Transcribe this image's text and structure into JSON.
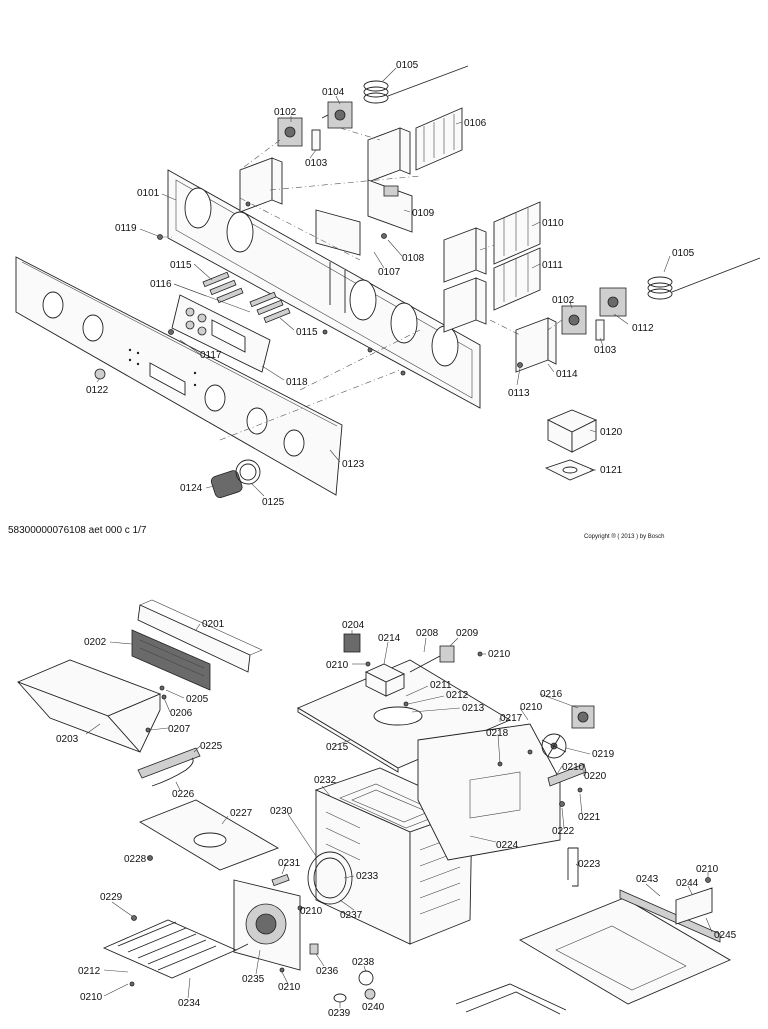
{
  "sheet_footer": {
    "document_code": "58300000076108 aet 000 c 1/7",
    "copyright": "Copyright ® ( 2013 ) by Bosch"
  },
  "labels": {
    "p0101": "0101",
    "p0102a": "0102",
    "p0102b": "0102",
    "p0103a": "0103",
    "p0103b": "0103",
    "p0104": "0104",
    "p0105a": "0105",
    "p0105b": "0105",
    "p0106": "0106",
    "p0107": "0107",
    "p0108": "0108",
    "p0109": "0109",
    "p0110": "0110",
    "p0111": "0111",
    "p0112": "0112",
    "p0113": "0113",
    "p0114": "0114",
    "p0115a": "0115",
    "p0115b": "0115",
    "p0116": "0116",
    "p0117": "0117",
    "p0118": "0118",
    "p0119": "0119",
    "p0120": "0120",
    "p0121": "0121",
    "p0122": "0122",
    "p0123": "0123",
    "p0124": "0124",
    "p0125": "0125",
    "p0201": "0201",
    "p0202": "0202",
    "p0203": "0203",
    "p0204": "0204",
    "p0205": "0205",
    "p0206": "0206",
    "p0207": "0207",
    "p0208": "0208",
    "p0209": "0209",
    "p0210a": "0210",
    "p0210b": "0210",
    "p0210c": "0210",
    "p0210d": "0210",
    "p0210e": "0210",
    "p0210f": "0210",
    "p0210g": "0210",
    "p0210h": "0210",
    "p0211": "0211",
    "p0212a": "0212",
    "p0212b": "0212",
    "p0213": "0213",
    "p0214": "0214",
    "p0215": "0215",
    "p0216": "0216",
    "p0217": "0217",
    "p0218": "0218",
    "p0219": "0219",
    "p0220": "0220",
    "p0221": "0221",
    "p0222": "0222",
    "p0223": "0223",
    "p0224": "0224",
    "p0225": "0225",
    "p0226": "0226",
    "p0227": "0227",
    "p0228": "0228",
    "p0229": "0229",
    "p0230": "0230",
    "p0231": "0231",
    "p0232": "0232",
    "p0233": "0233",
    "p0234": "0234",
    "p0235": "0235",
    "p0236": "0236",
    "p0237": "0237",
    "p0238": "0238",
    "p0239": "0239",
    "p0240": "0240",
    "p0243": "0243",
    "p0244": "0244",
    "p0245": "0245"
  }
}
